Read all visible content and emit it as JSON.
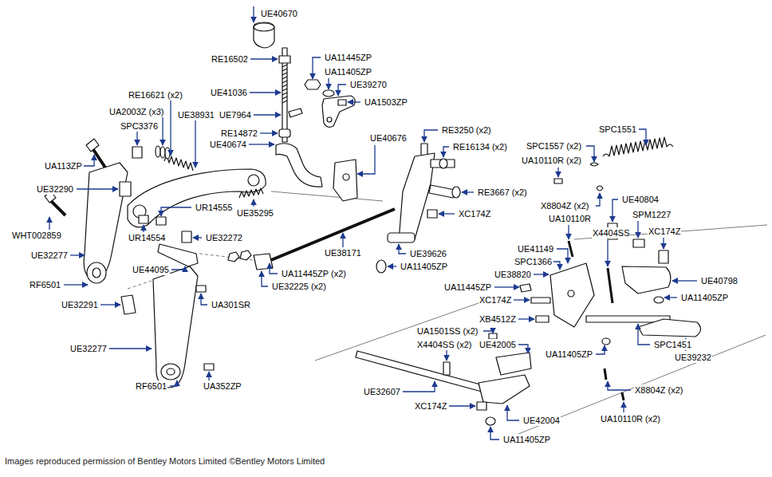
{
  "diagram": {
    "caption": "Images reproduced permission of Bentley Motors Limited ©Bentley Motors Limited",
    "labels": [
      "UE40670",
      "RE16502",
      "UA11445ZP",
      "UA11405ZP",
      "UE39270",
      "UE41036",
      "UA1503ZP",
      "UE7964",
      "RE16621 (x2)",
      "UA2003Z (x3)",
      "UE38931",
      "SPC3376",
      "RE14872",
      "UE40674",
      "UE40676",
      "RE3250 (x2)",
      "RE16134 (x2)",
      "SPC1551",
      "SPC1557 (x2)",
      "UA10110R (x2)",
      "UA113ZP",
      "UE32290",
      "RE3667 (x2)",
      "UR14555",
      "UE35295",
      "X8804Z (x2)",
      "UE40804",
      "XC174Z",
      "UA10110R",
      "SPM1227",
      "XC174Z",
      "WHT002859",
      "UR14554",
      "UE32272",
      "X4404SS",
      "UE38171",
      "UE39626",
      "UE41149",
      "UE32277",
      "UE44095",
      "UA11405ZP",
      "SPC1366",
      "UE38820",
      "UE40798",
      "UA11445ZP (x2)",
      "UA11445ZP",
      "RF6501",
      "UE32225 (x2)",
      "XC174Z",
      "UA11405ZP",
      "UE32291",
      "UA301SR",
      "XB4512Z",
      "UA1501SS (x2)",
      "UE42005",
      "X4404SS (x2)",
      "SPC1451",
      "UE32277",
      "UA11405ZP",
      "UE39232",
      "RF6501",
      "UA352ZP",
      "UE32607",
      "X8804Z (x2)",
      "XC174Z",
      "UE42004",
      "UA10110R (x2)",
      "UA11405ZP"
    ]
  }
}
